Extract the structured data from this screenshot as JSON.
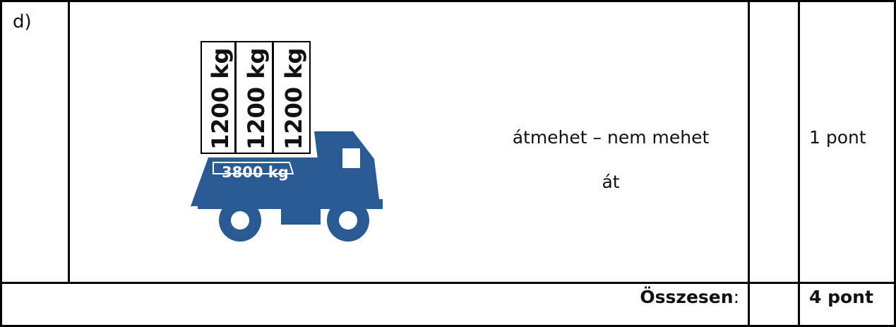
{
  "row1": {
    "task_letter": "d)",
    "crates": [
      {
        "label": "1200 kg"
      },
      {
        "label": "1200 kg"
      },
      {
        "label": "1200 kg"
      }
    ],
    "truck_weight": "3800 kg",
    "answer_line1": "átmehet – nem mehet",
    "answer_line2": "át",
    "points": "1 pont"
  },
  "total_row": {
    "label": "Összesen",
    "colon": ":",
    "points": "4 pont"
  },
  "colors": {
    "truck": "#2a5a93",
    "border": "#000000"
  }
}
